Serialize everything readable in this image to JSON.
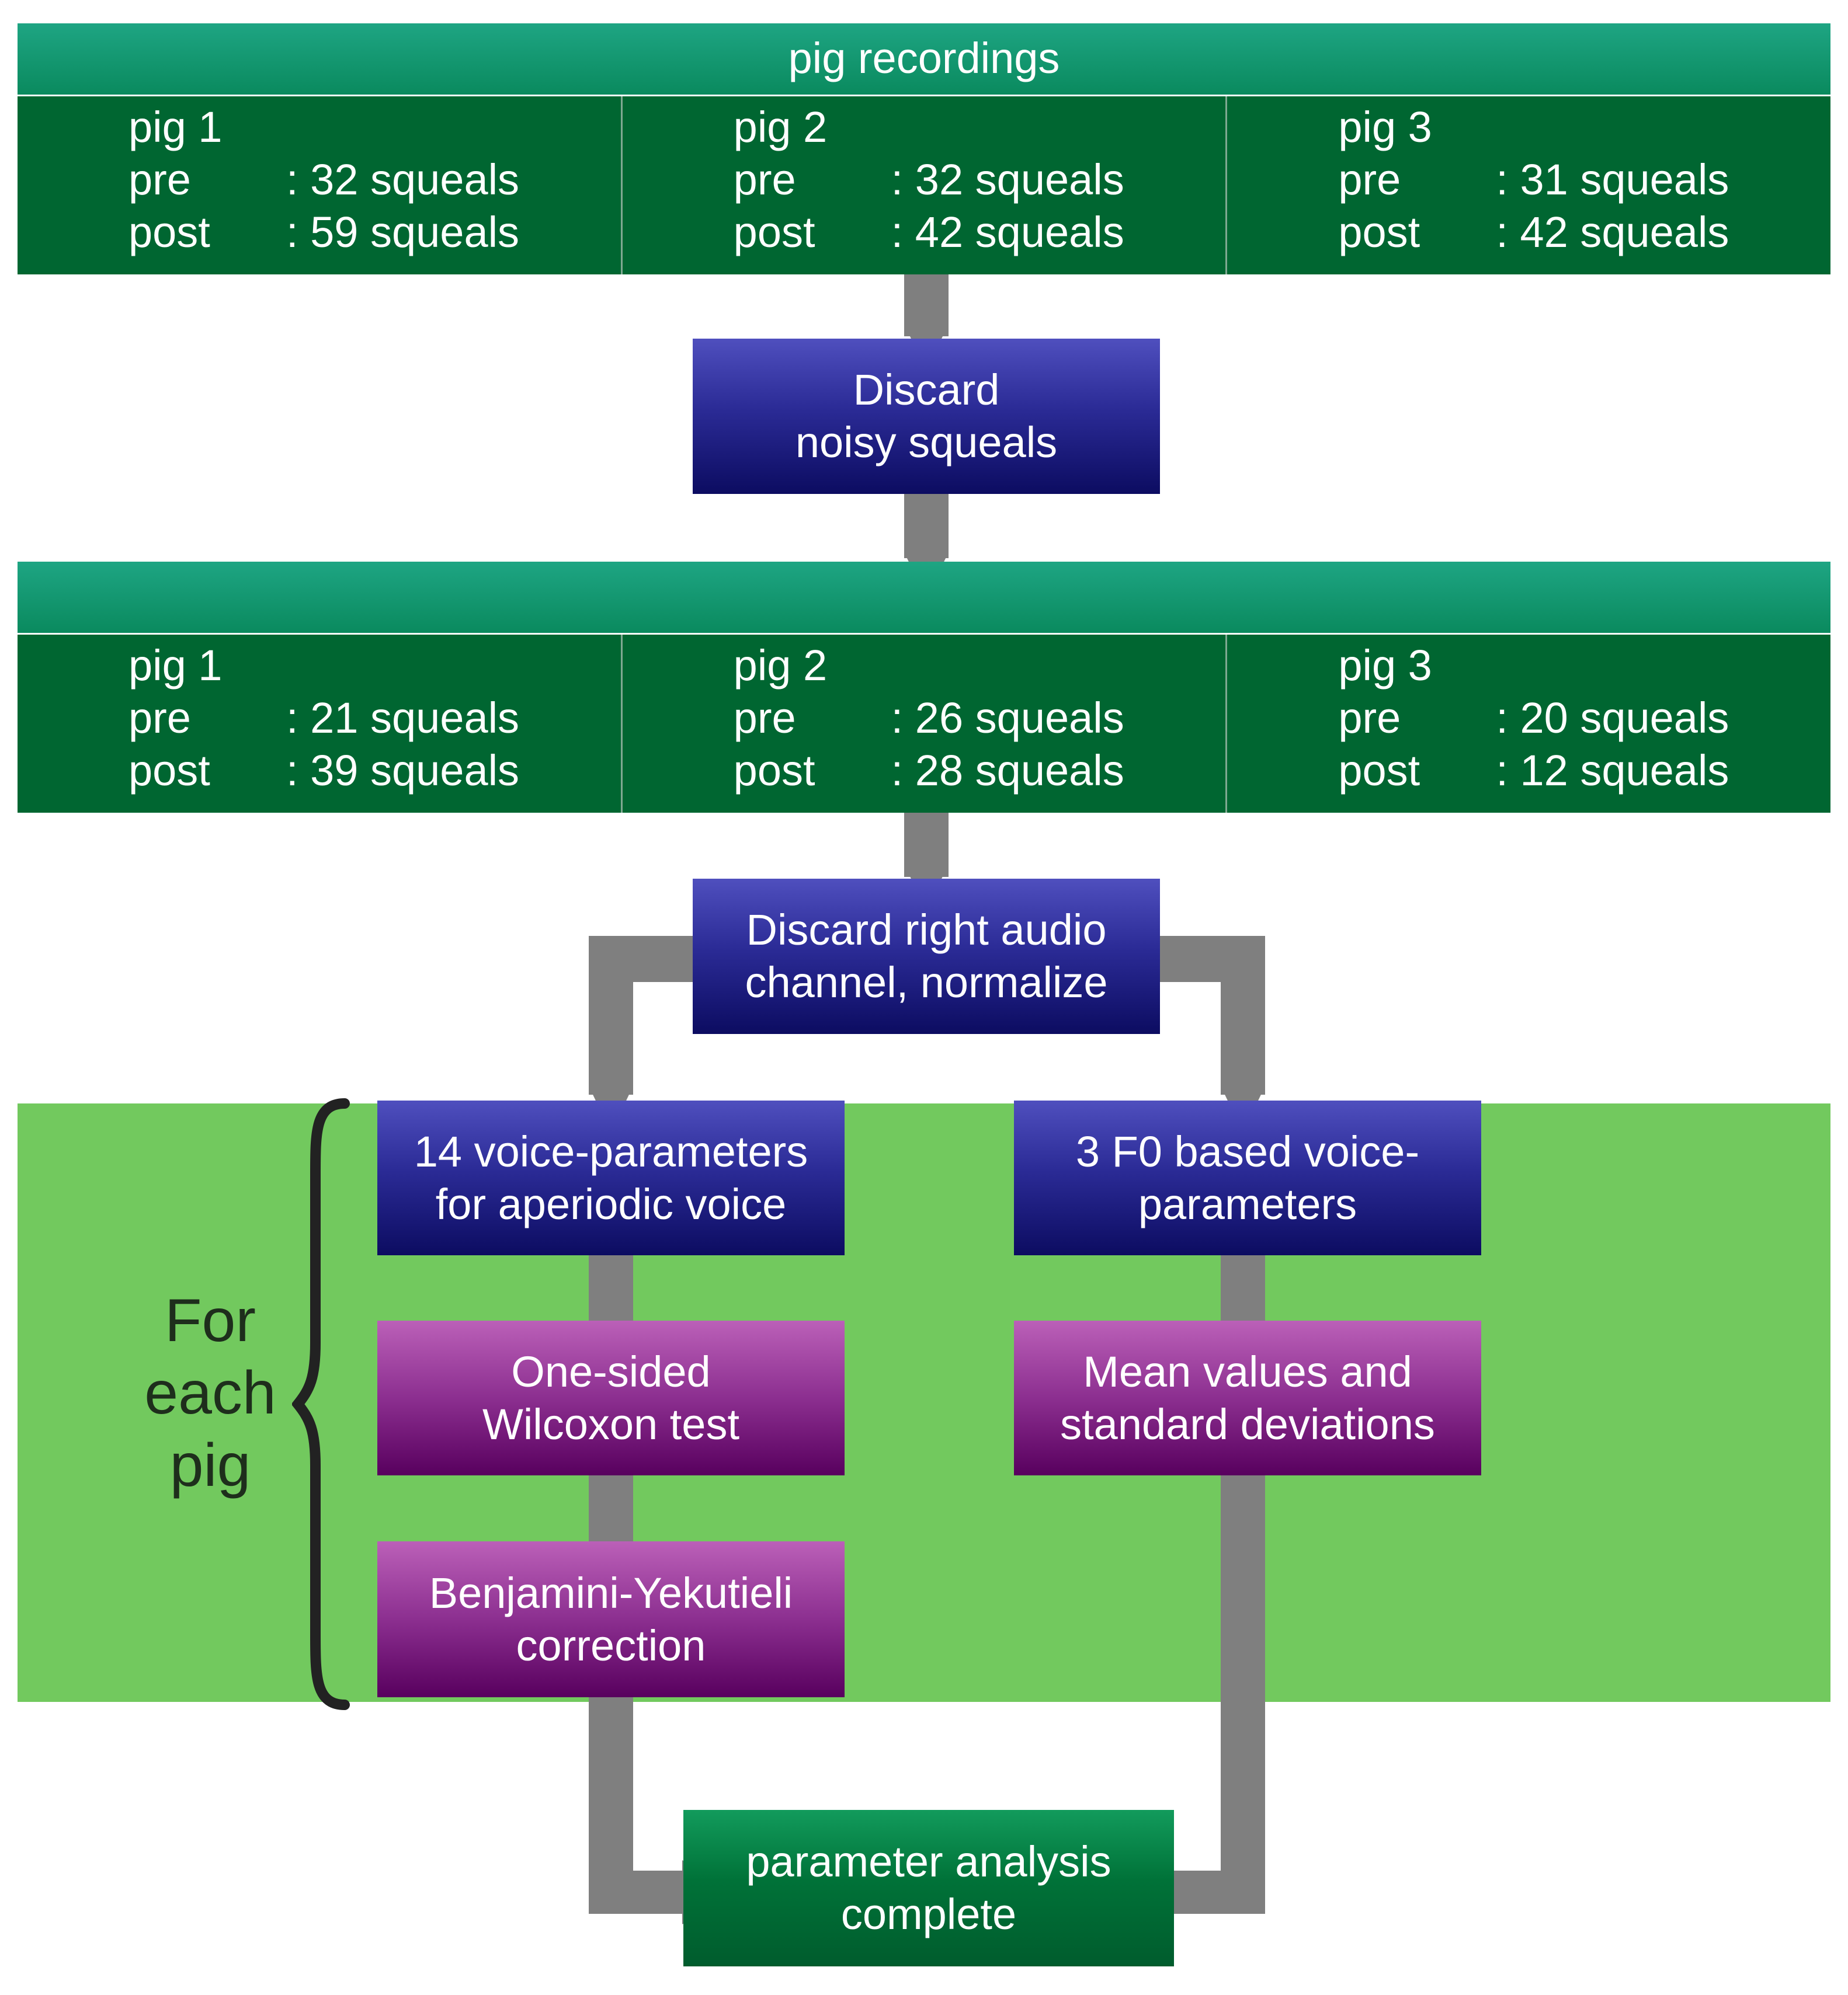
{
  "title": "pig recordings",
  "first_counts": [
    {
      "pig": "pig 1",
      "pre_label": "pre",
      "pre_value": ": 32 squeals",
      "post_label": "post",
      "post_value": ": 59 squeals"
    },
    {
      "pig": "pig 2",
      "pre_label": "pre",
      "pre_value": ": 32 squeals",
      "post_label": "post",
      "post_value": ": 42 squeals"
    },
    {
      "pig": "pig 3",
      "pre_label": "pre",
      "pre_value": ": 31 squeals",
      "post_label": "post",
      "post_value": ": 42 squeals"
    }
  ],
  "step_discard_noisy": [
    "Discard",
    "noisy squeals"
  ],
  "second_counts": [
    {
      "pig": "pig 1",
      "pre_label": "pre",
      "pre_value": ": 21 squeals",
      "post_label": "post",
      "post_value": ": 39 squeals"
    },
    {
      "pig": "pig 2",
      "pre_label": "pre",
      "pre_value": ": 26 squeals",
      "post_label": "post",
      "post_value": ": 28 squeals"
    },
    {
      "pig": "pig 3",
      "pre_label": "pre",
      "pre_value": ": 20 squeals",
      "post_label": "post",
      "post_value": ": 12 squeals"
    }
  ],
  "step_discard_channel": [
    "Discard right audio",
    "channel, normalize"
  ],
  "left_branch": {
    "params": [
      "14 voice-parameters",
      "for aperiodic voice"
    ],
    "test": [
      "One-sided",
      "Wilcoxon test"
    ],
    "correction": [
      "Benjamini-Yekutieli",
      "correction"
    ]
  },
  "right_branch": {
    "params": [
      "3 F0 based voice-",
      "parameters"
    ],
    "stats": [
      "Mean values and",
      "standard deviations"
    ]
  },
  "loop_label": [
    "For",
    "each",
    "pig"
  ],
  "final": [
    "parameter analysis",
    "complete"
  ],
  "colors": {
    "header_green": "#0a8a5e",
    "row_green": "#006631",
    "band_green": "#72c95e",
    "process_blue": "#0c0c61",
    "process_purple": "#58005e",
    "connector_gray": "#7f7f7f"
  }
}
